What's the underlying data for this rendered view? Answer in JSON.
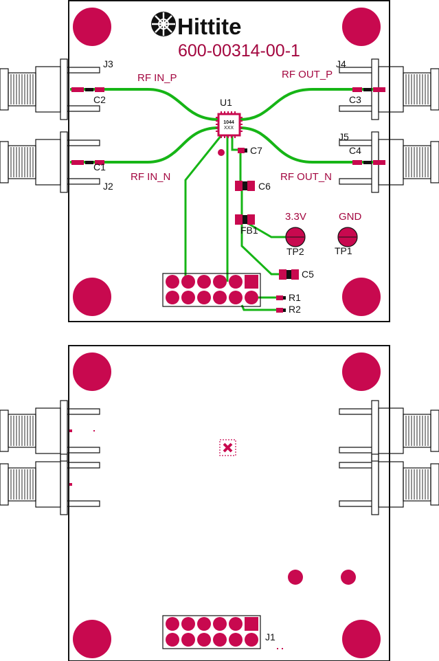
{
  "brand": {
    "name": "Hittite",
    "part_number": "600-00314-00-1"
  },
  "colors": {
    "pad": "#c8094f",
    "trace": "#16b516",
    "outline": "#111111",
    "white": "#ffffff"
  },
  "top_layer": {
    "connectors": {
      "j3": "J3",
      "j2": "J2",
      "j4": "J4",
      "j5": "J5"
    },
    "capacitors": {
      "c1": "C1",
      "c2": "C2",
      "c3": "C3",
      "c4": "C4",
      "c5": "C5",
      "c6": "C6",
      "c7": "C7"
    },
    "resistors": {
      "r1": "R1",
      "r2": "R2"
    },
    "ferrite": "FB1",
    "ic": {
      "ref": "U1",
      "mark_1": "1044",
      "mark_2": "XXX"
    },
    "nets": {
      "rf_in_p": "RF IN_P",
      "rf_in_n": "RF IN_N",
      "rf_out_p": "RF OUT_P",
      "rf_out_n": "RF OUT_N",
      "vdd": "3.3V",
      "gnd": "GND"
    },
    "test_points": {
      "tp1": "TP1",
      "tp2": "TP2"
    }
  },
  "bottom_layer": {
    "header": "J1"
  }
}
